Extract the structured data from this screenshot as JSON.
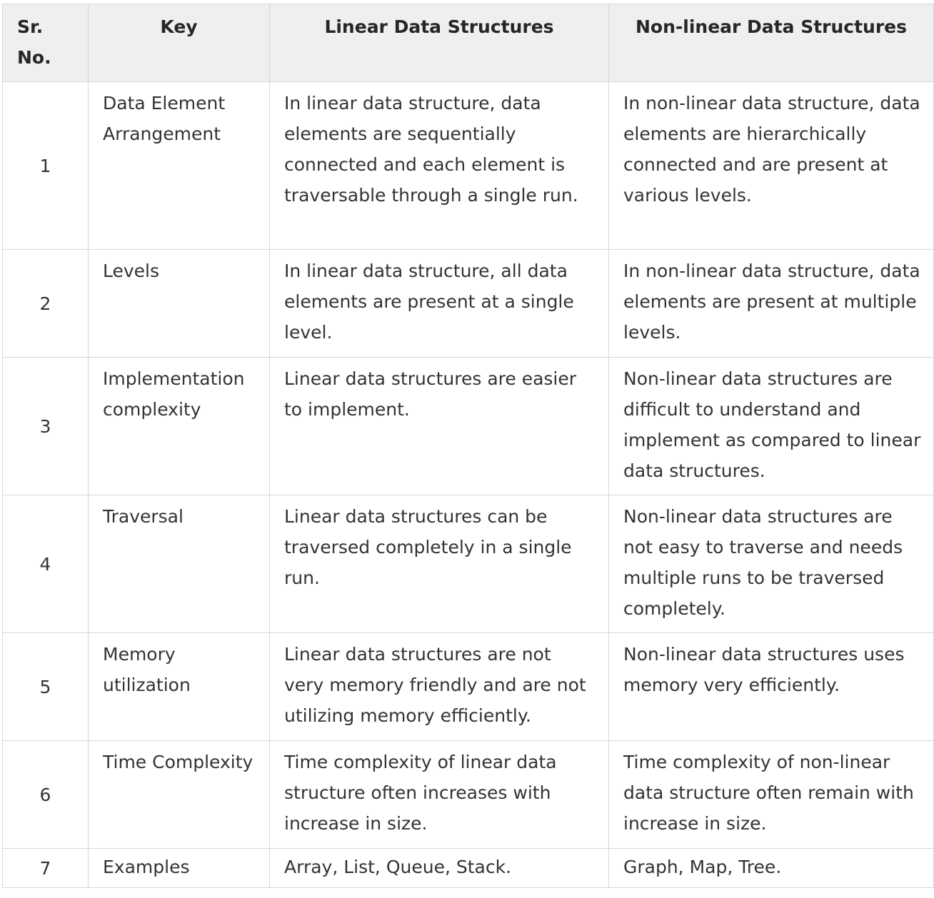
{
  "table": {
    "headers": {
      "sr_no": "Sr. No.",
      "key": "Key",
      "linear": "Linear Data Structures",
      "nonlinear": "Non-linear Data Structures"
    },
    "rows": [
      {
        "sr": "1",
        "key": "Data Element Arrangement",
        "linear": "In linear data structure, data elements are sequentially connected and each element is traversable through a single run.",
        "nonlinear": "In non-linear data structure, data elements are hierarchically connected and are present at various levels."
      },
      {
        "sr": "2",
        "key": "Levels",
        "linear": "In linear data structure, all data elements are present at a single level.",
        "nonlinear": "In non-linear data structure, data elements are present at multiple levels."
      },
      {
        "sr": "3",
        "key": "Implementation complexity",
        "linear": "Linear data structures are easier to implement.",
        "nonlinear": "Non-linear data structures are difficult to understand and implement as compared to linear data structures."
      },
      {
        "sr": "4",
        "key": "Traversal",
        "linear": "Linear data structures can be traversed completely in a single run.",
        "nonlinear": "Non-linear data structures are not easy to traverse and needs multiple runs to be traversed completely."
      },
      {
        "sr": "5",
        "key": "Memory utilization",
        "linear": "Linear data structures are not very memory friendly and are not utilizing memory efficiently.",
        "nonlinear": "Non-linear data structures uses memory very efficiently."
      },
      {
        "sr": "6",
        "key": "Time Complexity",
        "linear": "Time complexity of linear data structure often increases with increase in size.",
        "nonlinear": "Time complexity of non-linear data structure often remain with increase in size."
      },
      {
        "sr": "7",
        "key": "Examples",
        "linear": "Array, List, Queue, Stack.",
        "nonlinear": "Graph, Map, Tree."
      }
    ]
  }
}
